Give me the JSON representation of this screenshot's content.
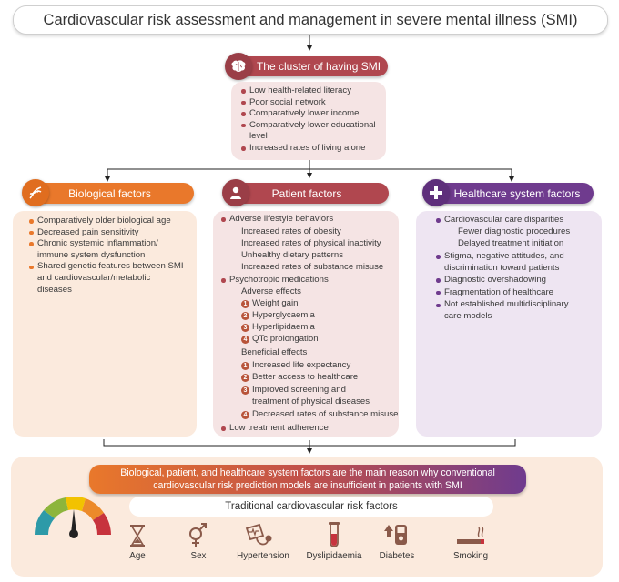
{
  "title": "Cardiovascular risk assessment and management in severe mental illness (SMI)",
  "cluster": {
    "label": "The cluster of having SMI",
    "items": [
      "Low health-related literacy",
      "Poor social network",
      "Comparatively lower income",
      "Comparatively lower educational level",
      "Increased rates of living alone"
    ]
  },
  "biological": {
    "label": "Biological factors",
    "items": [
      "Comparatively older biological age",
      "Decreased pain sensitivity",
      "Chronic systemic inflammation/ immune system dysfunction",
      "Shared genetic features between SMI and cardiovascular/metabolic diseases"
    ]
  },
  "patient": {
    "label": "Patient factors",
    "adverse": {
      "heading": "Adverse lifestyle behaviors",
      "items": [
        "Increased rates of obesity",
        "Increased rates of physical inactivity",
        "Unhealthy dietary patterns",
        "Increased rates of substance misuse"
      ]
    },
    "psycho": {
      "heading": "Psychotropic medications",
      "adverse_heading": "Adverse effects",
      "adverse_items": [
        "Weight gain",
        "Hyperglycaemia",
        "Hyperlipidaemia",
        "QTc prolongation"
      ],
      "beneficial_heading": "Beneficial effects",
      "beneficial_items": [
        "Increased life expectancy",
        "Better access to healthcare",
        "Improved screening and",
        "treatment of physical diseases",
        "Decreased rates of substance misuse"
      ]
    },
    "adherence": "Low treatment adherence"
  },
  "healthcare": {
    "label": "Healthcare system factors",
    "disparities": "Cardiovascular care disparities",
    "sub_items": [
      "Fewer diagnostic procedures",
      "Delayed treatment initiation"
    ],
    "items": [
      "Stigma, negative attitudes, and discrimination toward patients",
      "Diagnostic overshadowing",
      "Fragmentation of healthcare",
      "Not established multidisciplinary care models"
    ]
  },
  "conclusion": {
    "line1": "Biological, patient, and healthcare system factors are the main reason why conventional",
    "line2": "cardiovascular risk prediction models are insufficient in patients with SMI"
  },
  "traditional": {
    "heading": "Traditional cardiovascular risk factors",
    "factors": [
      "Age",
      "Sex",
      "Hypertension",
      "Dyslipidaemia",
      "Diabetes",
      "Smoking"
    ]
  },
  "colors": {
    "orange": "#e9782b",
    "maroon": "#b0474f",
    "purple": "#6f3b8e",
    "panel_orange": "#fbeadd",
    "panel_maroon": "#f5e4e4",
    "panel_purple": "#eee5f2",
    "icon_brown": "#8a5a4a"
  }
}
